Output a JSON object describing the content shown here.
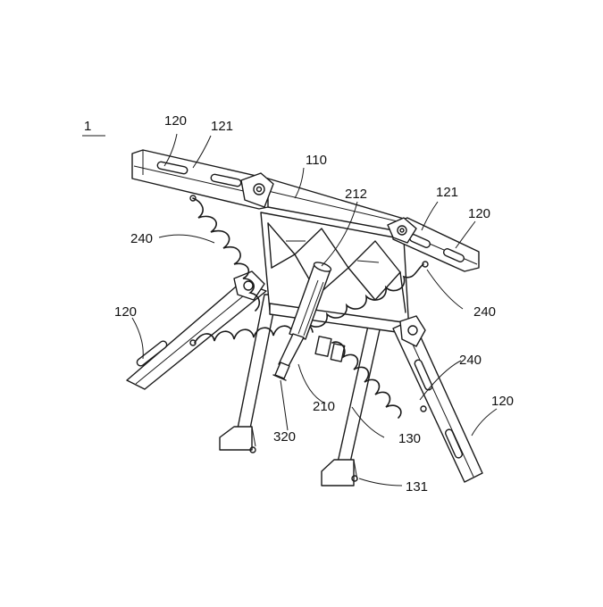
{
  "figure": {
    "number": "1",
    "labels": {
      "l120_top_left": "120",
      "l121_top_left": "121",
      "l110": "110",
      "l212": "212",
      "l121_right": "121",
      "l120_right": "120",
      "l240_left": "240",
      "l120_left": "120",
      "l240_right": "240",
      "l240_lower_right": "240",
      "l120_bottom_right": "120",
      "l210": "210",
      "l320": "320",
      "l130": "130",
      "l131": "131"
    }
  }
}
